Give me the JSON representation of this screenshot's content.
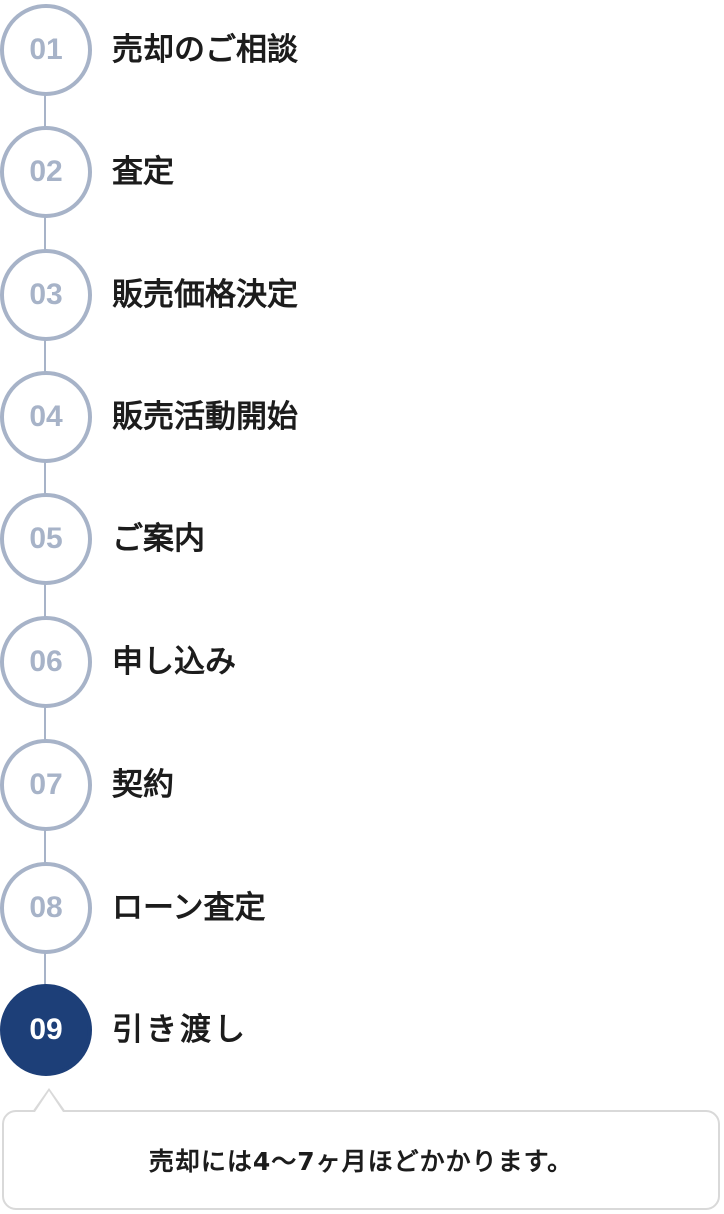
{
  "steps": [
    {
      "number": "01",
      "label": "売却のご相談",
      "active": false
    },
    {
      "number": "02",
      "label": "査定",
      "active": false
    },
    {
      "number": "03",
      "label": "販売価格決定",
      "active": false
    },
    {
      "number": "04",
      "label": "販売活動開始",
      "active": false
    },
    {
      "number": "05",
      "label": "ご案内",
      "active": false
    },
    {
      "number": "06",
      "label": "申し込み",
      "active": false
    },
    {
      "number": "07",
      "label": "契約",
      "active": false
    },
    {
      "number": "08",
      "label": "ローン査定",
      "active": false
    },
    {
      "number": "09",
      "label": "引き渡し",
      "active": true
    }
  ],
  "note": {
    "text": "売却には4〜7ヶ月ほどかかります。"
  },
  "colors": {
    "inactive_circle": "#a7b3c8",
    "active_circle": "#1d3f78",
    "text": "#1c1c1c",
    "note_border": "#d9d9d9"
  }
}
